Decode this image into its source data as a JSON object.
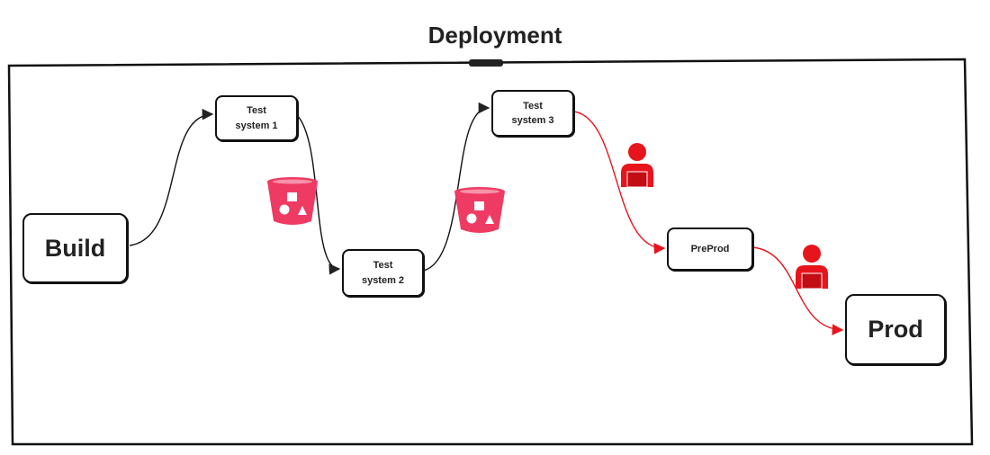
{
  "diagram": {
    "title": "Deployment",
    "nodes": {
      "build": "Build",
      "test1": "Test\nsystem 1",
      "test2": "Test\nsystem 2",
      "test3": "Test\nsystem 3",
      "preprod": "PreProd",
      "prod": "Prod"
    },
    "colors": {
      "line": "#111111",
      "approval_flow": "#e8141c",
      "bucket": "#ef3b63",
      "person": "#e8141c"
    },
    "icons": {
      "bucket": "storage-bucket-icon",
      "person": "user-approval-icon"
    }
  }
}
